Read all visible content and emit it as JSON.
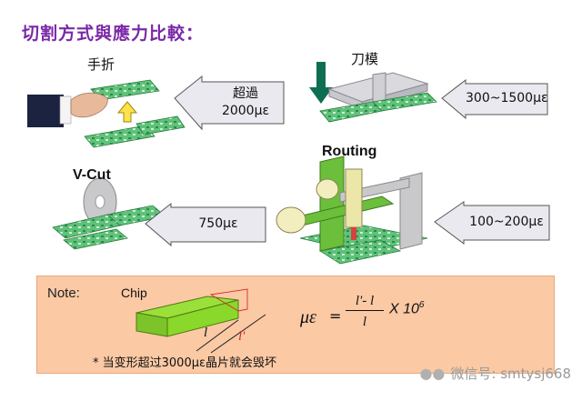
{
  "title": "切割方式與應力比較：",
  "labels": {
    "hand_break": "手折",
    "die_cut": "刀模",
    "routing": "Routing",
    "vcut": "V-Cut"
  },
  "arrows": {
    "hand": "超過\n2000με",
    "die": "300~1500με",
    "vcut": "750με",
    "routing": "100~200με"
  },
  "note": {
    "heading": "Note:",
    "chip_label": "Chip",
    "l_label": "l",
    "lprime_label": "l'",
    "formula_lhs": "με",
    "formula_eq": "=",
    "formula_num": "l'- l",
    "formula_den": "l",
    "formula_mult": "X 10",
    "formula_exp": "6",
    "footnote": "* 当变形超过3000με晶片就会毁坏"
  },
  "watermark": "微信号: smtysj668",
  "colors": {
    "title": "#7a28a8",
    "note_bg": "#fbc9a4",
    "pcb_green": "#3fae5e",
    "arrow_fill": "#e9e9ef",
    "chip_green": "#8ad82a"
  }
}
